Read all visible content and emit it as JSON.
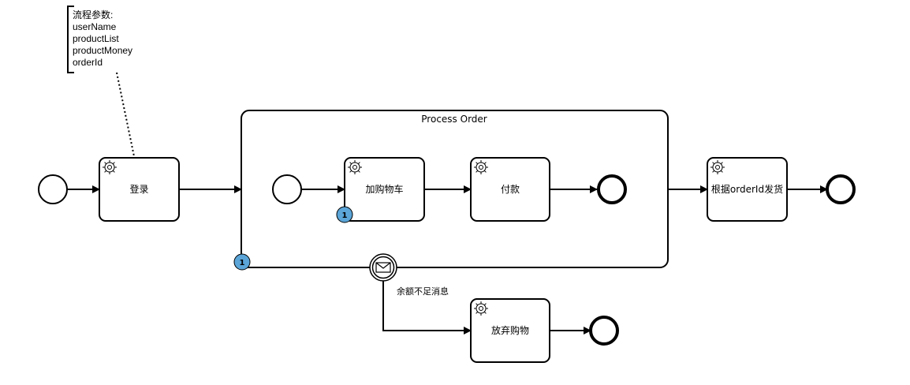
{
  "annotation": {
    "lines": [
      "流程参数:",
      "userName",
      "productList",
      "productMoney",
      "orderId"
    ]
  },
  "subprocess": {
    "label": "Process Order",
    "badge": "1"
  },
  "tasks": {
    "login": "登录",
    "add_cart": "加购物车",
    "pay": "付款",
    "ship": "根据orderId发货",
    "abandon": "放弃购物"
  },
  "add_cart_badge": "1",
  "boundary_event": {
    "type": "message",
    "label": "余额不足消息",
    "icon": "envelope-icon"
  },
  "colors": {
    "badge_fill": "#5ba5d8",
    "stroke": "#000000"
  }
}
